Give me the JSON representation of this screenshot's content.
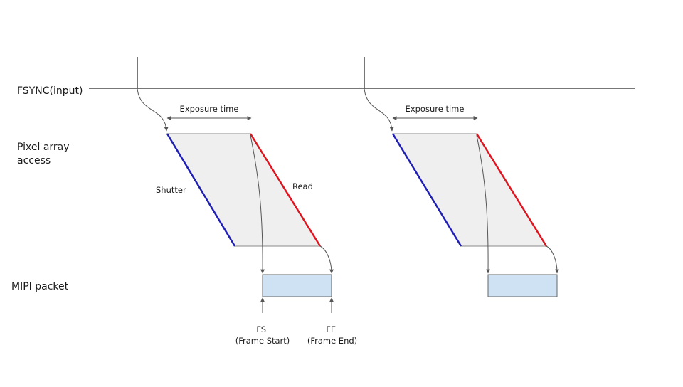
{
  "rows": {
    "fsync": "FSYNC(input)",
    "pixel_line1": "Pixel array",
    "pixel_line2": "access",
    "mipi": "MIPI packet"
  },
  "frame1": {
    "exposure_label": "Exposure time",
    "shutter_label": "Shutter",
    "read_label": "Read"
  },
  "frame2": {
    "exposure_label": "Exposure time"
  },
  "markers": {
    "fs_line1": "FS",
    "fs_line2": "(Frame Start)",
    "fe_line1": "FE",
    "fe_line2": "(Frame End)"
  },
  "colors": {
    "shutter": "#1f1fb4",
    "read": "#e0141e",
    "exposure_fill": "#efefef",
    "packet_fill": "#cfe2f3",
    "line": "#777777"
  }
}
